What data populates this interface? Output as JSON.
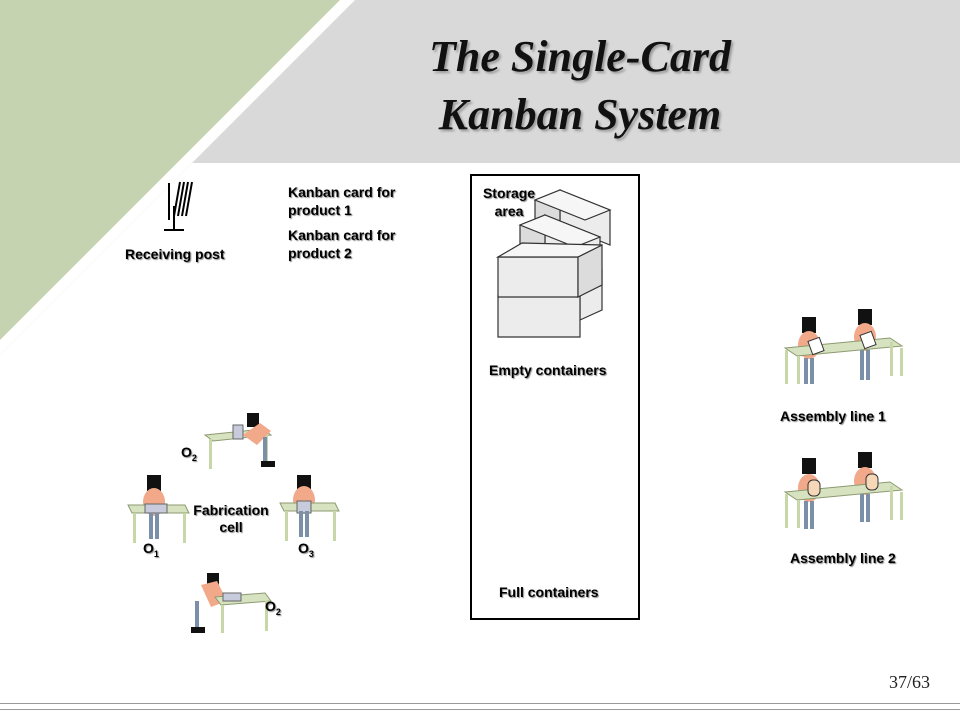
{
  "slide": {
    "title_line1": "The Single-Card",
    "title_line2": "Kanban System",
    "page_number": "37/63"
  },
  "labels": {
    "receiving_post": "Receiving post",
    "kanban_card_1": "Kanban card for product 1",
    "kanban_card_2": "Kanban card for product 2",
    "storage_area_1": "Storage",
    "storage_area_2": "area",
    "empty_containers": "Empty containers",
    "full_containers": "Full containers",
    "assembly_line_1": "Assembly line 1",
    "assembly_line_2": "Assembly line 2",
    "fabrication_cell_1": "Fabrication",
    "fabrication_cell_2": "cell"
  },
  "operators": {
    "o_letter": "O",
    "o2_top": "2",
    "o1": "1",
    "o3": "3",
    "o2_bottom": "2"
  },
  "colors": {
    "header_band": "#d9d9d9",
    "corner_green": "#c6d3b1",
    "worker_skin": "#f2a98a",
    "table_green": "#d7e3c0",
    "box_face": "#ececec"
  }
}
